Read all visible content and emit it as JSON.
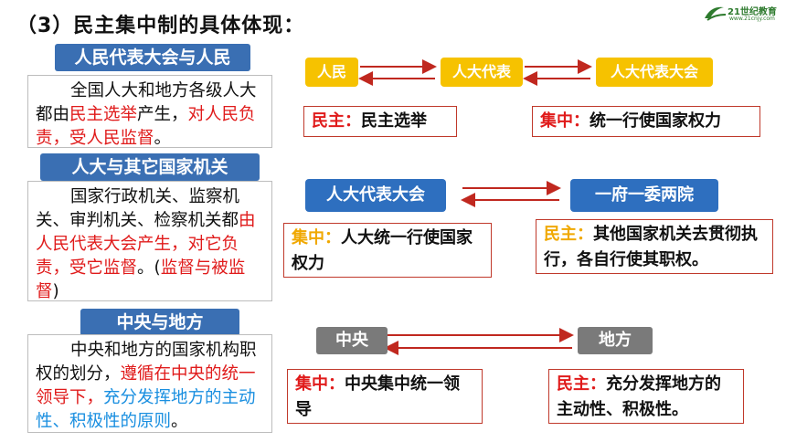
{
  "title": "（3）民主集中制的具体体现：",
  "logo": {
    "text": "21世纪教育",
    "url": "www.21cnjy.com"
  },
  "sections": [
    {
      "heading": "人民代表大会与人民",
      "text": {
        "p1": "全国人大和地方各级人大都由",
        "p2": "民主选举",
        "p3": "产生，",
        "p4": "对人民负责，受人民监督",
        "p5": "。"
      },
      "flow": [
        "人民",
        "人大代表",
        "人大代表大会"
      ],
      "left_label_key": "民主：",
      "left_label_val": "民主选举",
      "right_label_key": "集中：",
      "right_label_val": "统一行使国家权力"
    },
    {
      "heading": "人大与其它国家机关",
      "text": {
        "p1": "国家行政机关、监察机关、审判机关、检察机关都",
        "p2": "由人民代表大会产生，对它负责，受它监督",
        "p3": "。(",
        "p4": "监督与被监督",
        "p5": ")"
      },
      "flow": [
        "人大代表大会",
        "一府一委两院"
      ],
      "left_label_key": "集中：",
      "left_label_val": "人大统一行使国家权力",
      "right_label_key": "民主：",
      "right_label_val": "其他国家机关去贯彻执行，各自行使其职权。"
    },
    {
      "heading": "中央与地方",
      "text": {
        "p1": "中央和地方的国家机构职权的划分，",
        "p2": "遵循在中央的统一领导下，",
        "p3": "充分发挥地方的主动性、积极性的原则",
        "p4": "。"
      },
      "flow": [
        "中央",
        "地方"
      ],
      "left_label_key": "集中：",
      "left_label_val": "中央集中统一领导",
      "right_label_key": "民主：",
      "right_label_val": "充分发挥地方的主动性、积极性。"
    }
  ],
  "colors": {
    "blue_pill": "#3a6fb3",
    "yellow": "#f6c200",
    "red": "#e01b1b",
    "accent_blue": "#1a8fe0",
    "gray": "#7a7a7a",
    "dark_blue": "#2e6fbf"
  }
}
